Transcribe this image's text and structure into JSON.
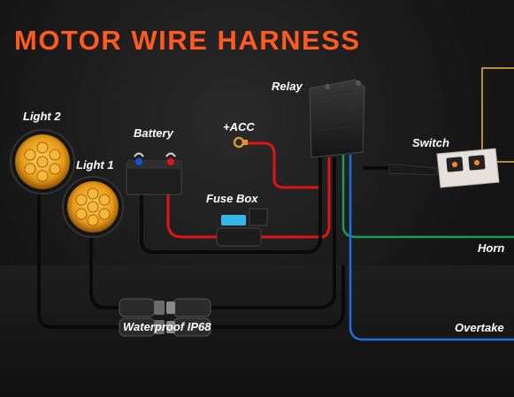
{
  "title": "MOTOR WIRE HARNESS",
  "labels": {
    "light2": "Light 2",
    "light1": "Light 1",
    "battery": "Battery",
    "acc": "+ACC",
    "relay": "Relay",
    "switch": "Switch",
    "fuse_box": "Fuse Box",
    "horn": "Horn",
    "overtake": "Overtake",
    "waterproof": "Waterproof IP68"
  },
  "colors": {
    "title": "#ff5a1f",
    "power_wire": "#e01515",
    "ground_wire": "#111111",
    "horn_wire": "#1d9a5a",
    "overtake_wire": "#1f6fe0",
    "light_lens": "#f0a020",
    "callout_line": "#e8b84a"
  }
}
